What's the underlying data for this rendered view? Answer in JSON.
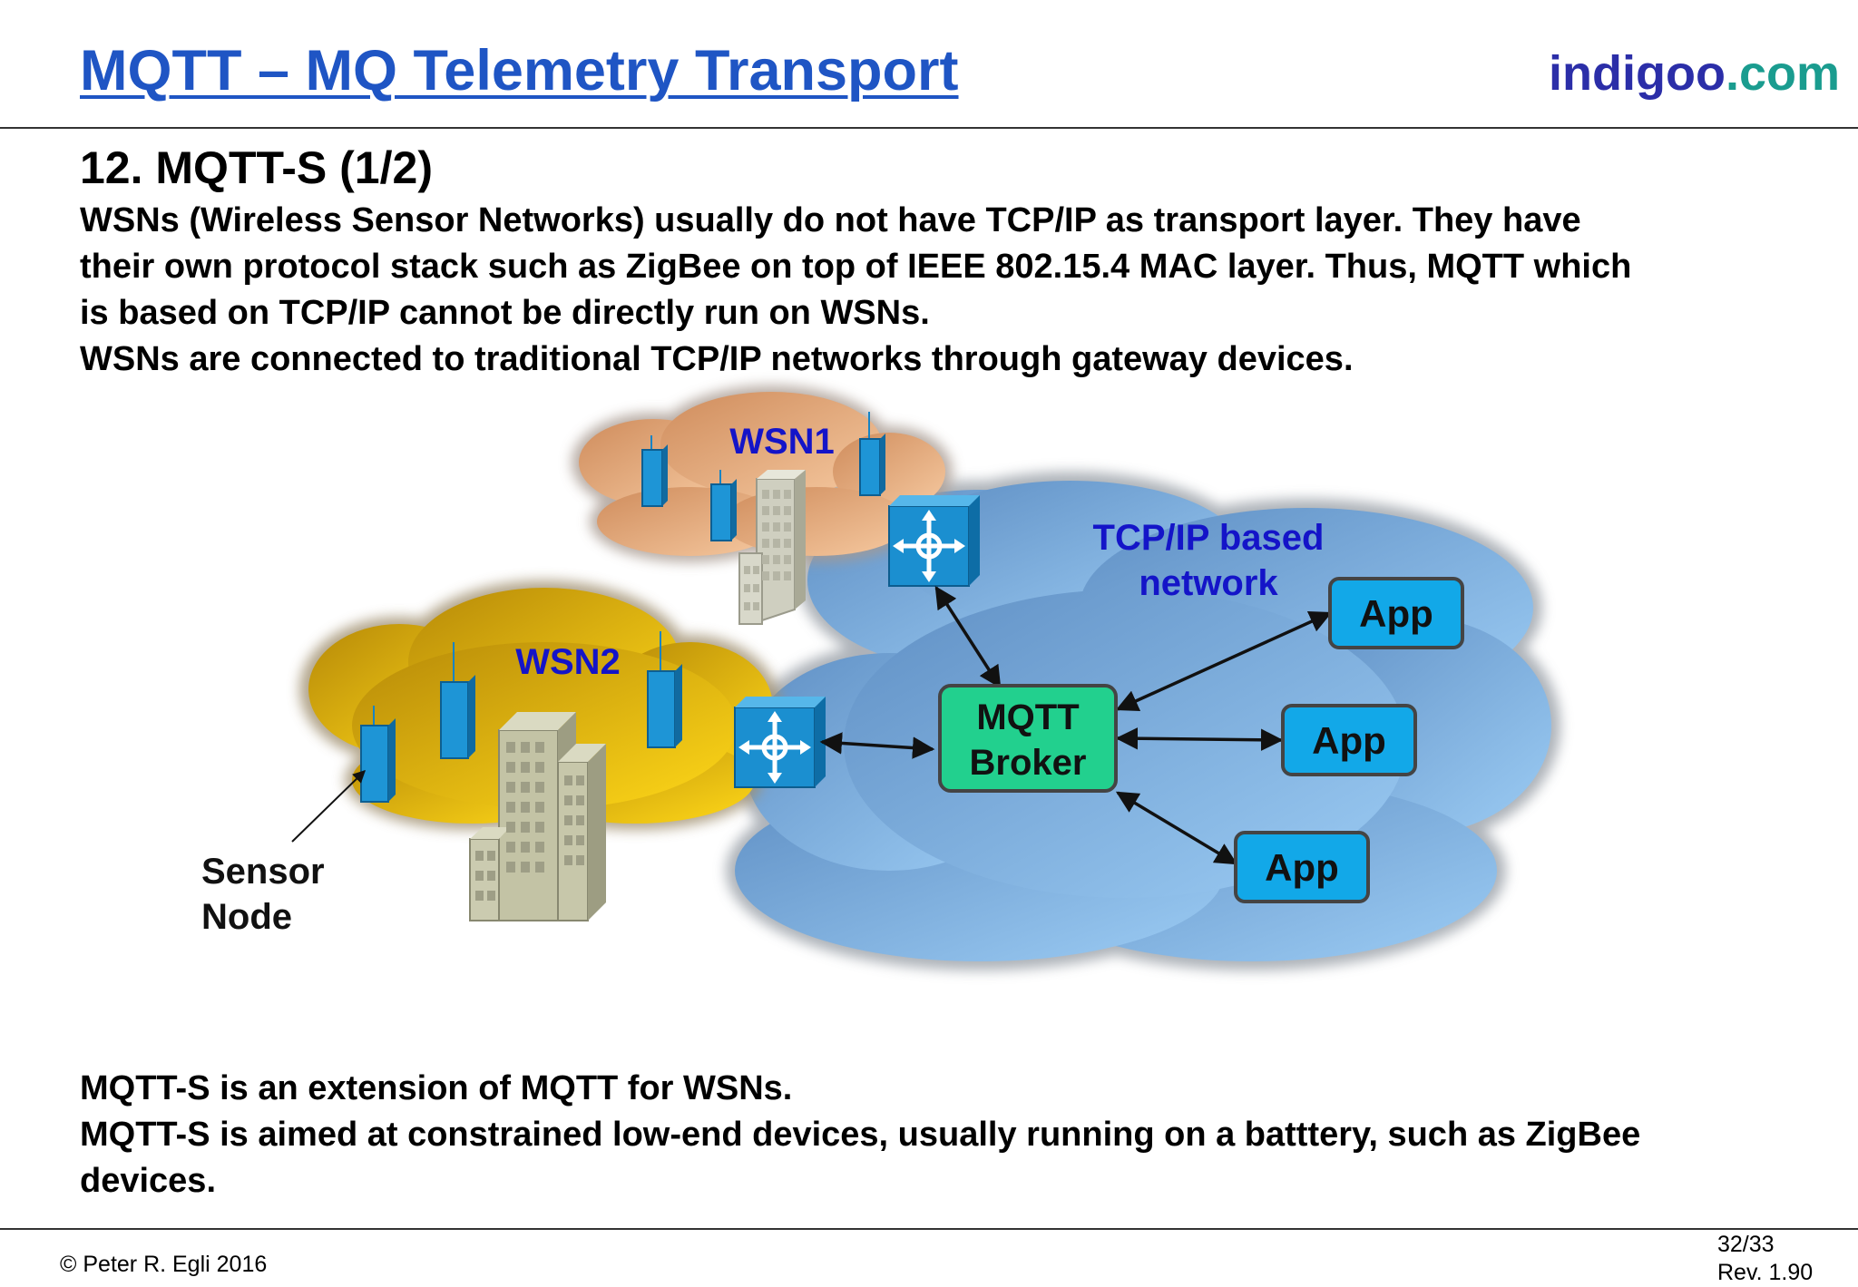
{
  "header": {
    "title": "MQTT – MQ Telemetry Transport",
    "brand_main": "indigoo",
    "brand_tld": ".com"
  },
  "section": {
    "heading": "12. MQTT-S (1/2)",
    "intro_lines": [
      "WSNs (Wireless Sensor Networks) usually do not have TCP/IP as transport layer. They have",
      "their own protocol stack such as ZigBee on top of IEEE 802.15.4 MAC layer. Thus, MQTT which",
      "is based on TCP/IP cannot be directly run on WSNs.",
      "WSNs are connected to traditional TCP/IP networks through gateway devices."
    ],
    "outro_lines": [
      "MQTT-S is an extension of MQTT for WSNs.",
      "MQTT-S is aimed at constrained low-end devices, usually running on a batttery, such as ZigBee",
      "devices."
    ]
  },
  "diagram": {
    "wsn1_label": "WSN1",
    "wsn2_label": "WSN2",
    "tcp_label_1": "TCP/IP based",
    "tcp_label_2": "network",
    "broker_line_1": "MQTT",
    "broker_line_2": "Broker",
    "app_label": "App",
    "sensor_line_1": "Sensor",
    "sensor_line_2": "Node",
    "colors": {
      "tcp_cloud": "#7aaee0",
      "wsn1_cloud": "#e8aa78",
      "wsn2_cloud": "#e7bc12",
      "broker": "#22d08e",
      "app": "#12a8e8",
      "router": "#1b8fd0"
    }
  },
  "footer": {
    "copyright": "© Peter R. Egli 2016",
    "page": "32/33",
    "revision": "Rev. 1.90"
  }
}
